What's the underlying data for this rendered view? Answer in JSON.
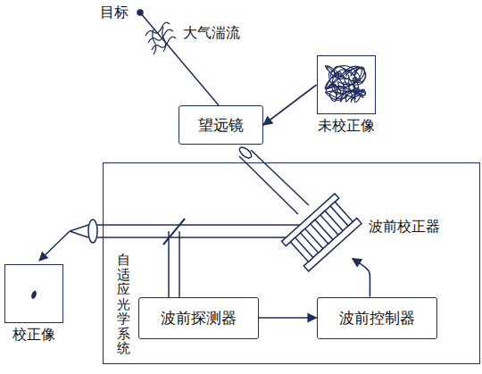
{
  "diagram": {
    "nodes": [
      {
        "text": [
          "未校正像"
        ]
      },
      {
        "text": [
          "望远镜"
        ]
      },
      {
        "text": [
          "自适应光学系统"
        ]
      },
      {
        "text": [
          "波前校正器"
        ],
        "in": 2
      },
      {
        "text": [
          "校正像"
        ]
      },
      {
        "text": [
          "波前探测器"
        ],
        "in": 2
      },
      {
        "text": [
          "波前控制器"
        ],
        "in": 2
      }
    ],
    "edges": [
      {
        "from": 0,
        "to": 1,
        "arrow": "to"
      },
      {
        "from": 5,
        "to": 6,
        "arrow": "to"
      },
      {
        "from": 6,
        "to": 3,
        "arrow": "to"
      }
    ],
    "labels": [
      "目标",
      "大气湍流"
    ]
  }
}
